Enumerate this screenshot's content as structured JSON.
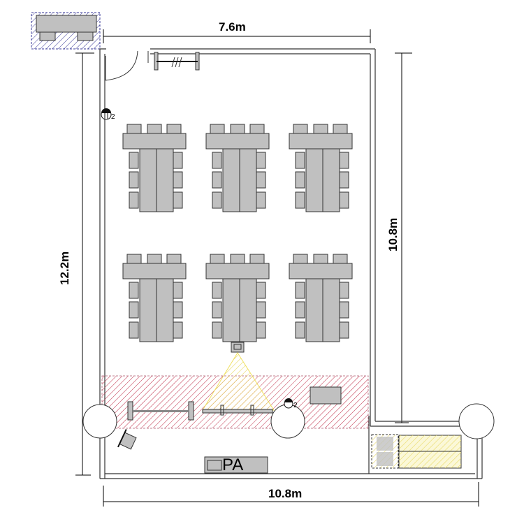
{
  "dimensions": {
    "top_width": "7.6m",
    "right_height": "10.8m",
    "left_height": "12.2m",
    "bottom_width": "10.8m"
  },
  "labels": {
    "pa": "PA",
    "outlet_mark_1": "2",
    "outlet_mark_2": "2"
  },
  "colors": {
    "furniture": "#c0c0c0",
    "stage_hatch": "#c0304a",
    "light_cone": "#f0e060",
    "storage_hatch": "#3a3a9a"
  },
  "layout": {
    "table_groups": 6,
    "chairs_per_group": 9
  }
}
